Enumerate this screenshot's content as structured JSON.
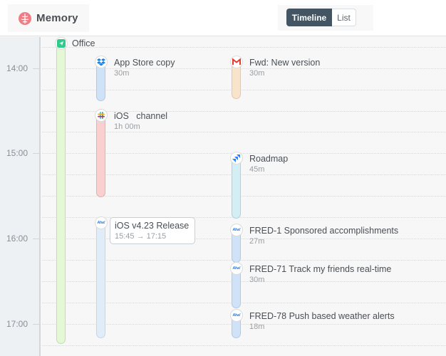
{
  "app": {
    "title": "Memory",
    "icon": "brain-icon",
    "brand_color": "#f07d86"
  },
  "view_toggle": {
    "options": [
      {
        "label": "Timeline",
        "active": true
      },
      {
        "label": "List",
        "active": false
      }
    ]
  },
  "timeline": {
    "hours": [
      {
        "label": "14:00"
      },
      {
        "label": "15:00"
      },
      {
        "label": "16:00"
      },
      {
        "label": "17:00"
      }
    ],
    "location": {
      "label": "Office",
      "icon": "location-arrow-icon",
      "color": "#2ecc8a"
    },
    "events": [
      {
        "app": "dropbox",
        "icon": "dropbox-icon",
        "title": "App Store copy",
        "duration": "30m",
        "bar_color": "#cfe2f7"
      },
      {
        "app": "gmail",
        "icon": "gmail-icon",
        "title": "Fwd: New version",
        "duration": "30m",
        "bar_color": "#f9e3cb"
      },
      {
        "app": "slack",
        "icon": "slack-icon",
        "title": "iOS   channel",
        "duration": "1h 00m",
        "bar_color": "#f9cfd0"
      },
      {
        "app": "jira",
        "icon": "jira-icon",
        "title": "Roadmap",
        "duration": "45m",
        "bar_color": "#d3eef4"
      },
      {
        "app": "aha",
        "icon": "aha-icon",
        "title": "iOS v4.23 Release",
        "time_range": "15:45 → 17:15",
        "bar_color": "#e0ecf8"
      },
      {
        "app": "aha",
        "icon": "aha-icon",
        "title": "FRED-1 Sponsored accomplishments",
        "duration": "27m",
        "bar_color": "#cfe2f7"
      },
      {
        "app": "aha",
        "icon": "aha-icon",
        "title": "FRED-71 Track my friends real-time",
        "duration": "30m",
        "bar_color": "#cfe2f7"
      },
      {
        "app": "aha",
        "icon": "aha-icon",
        "title": "FRED-78 Push based weather alerts",
        "duration": "18m",
        "bar_color": "#cfe2f7"
      }
    ],
    "aha_label": "Aha!"
  }
}
